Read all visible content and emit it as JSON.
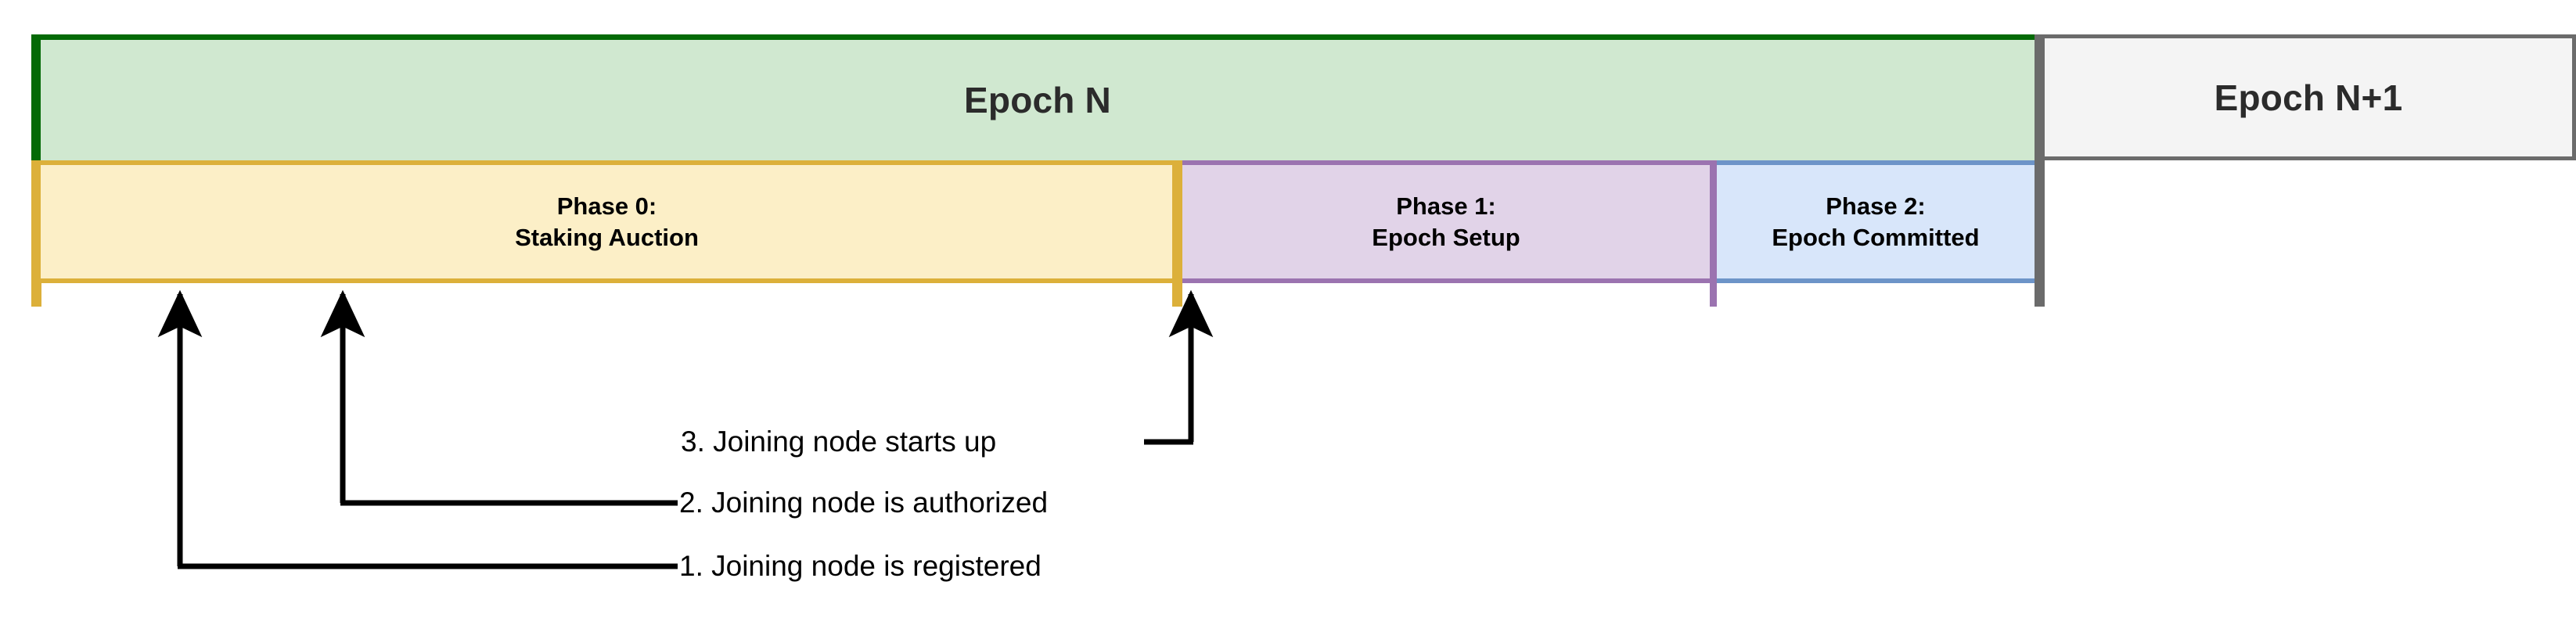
{
  "diagram": {
    "title_text_epoch_n": "Epoch N",
    "title_text_epoch_n1": "Epoch N+1",
    "colors": {
      "epoch_n_fill": "#d0e8d0",
      "epoch_n_stroke": "#046a06",
      "epoch_n1_fill": "#f4f4f4",
      "epoch_n1_stroke": "#6b6b6b",
      "phase0_fill": "#fcefc7",
      "phase0_stroke": "#dcb03a",
      "phase1_fill": "#e1d3e8",
      "phase1_stroke": "#9b73b0",
      "phase2_fill": "#d8e6fa",
      "phase2_stroke": "#6d94c8",
      "annotation_stroke": "#000000"
    }
  },
  "epochs": [
    {
      "label": "Epoch N"
    },
    {
      "label": "Epoch N+1"
    }
  ],
  "phases": [
    {
      "line1": "Phase 0:",
      "line2": "Staking Auction"
    },
    {
      "line1": "Phase 1:",
      "line2": "Epoch Setup"
    },
    {
      "line1": "Phase 2:",
      "line2": "Epoch Committed"
    }
  ],
  "callouts": [
    {
      "number": "1.",
      "text": "1. Joining node is registered"
    },
    {
      "number": "2.",
      "text": "2. Joining node is authorized"
    },
    {
      "number": "3.",
      "text": "3. Joining node starts up"
    }
  ]
}
